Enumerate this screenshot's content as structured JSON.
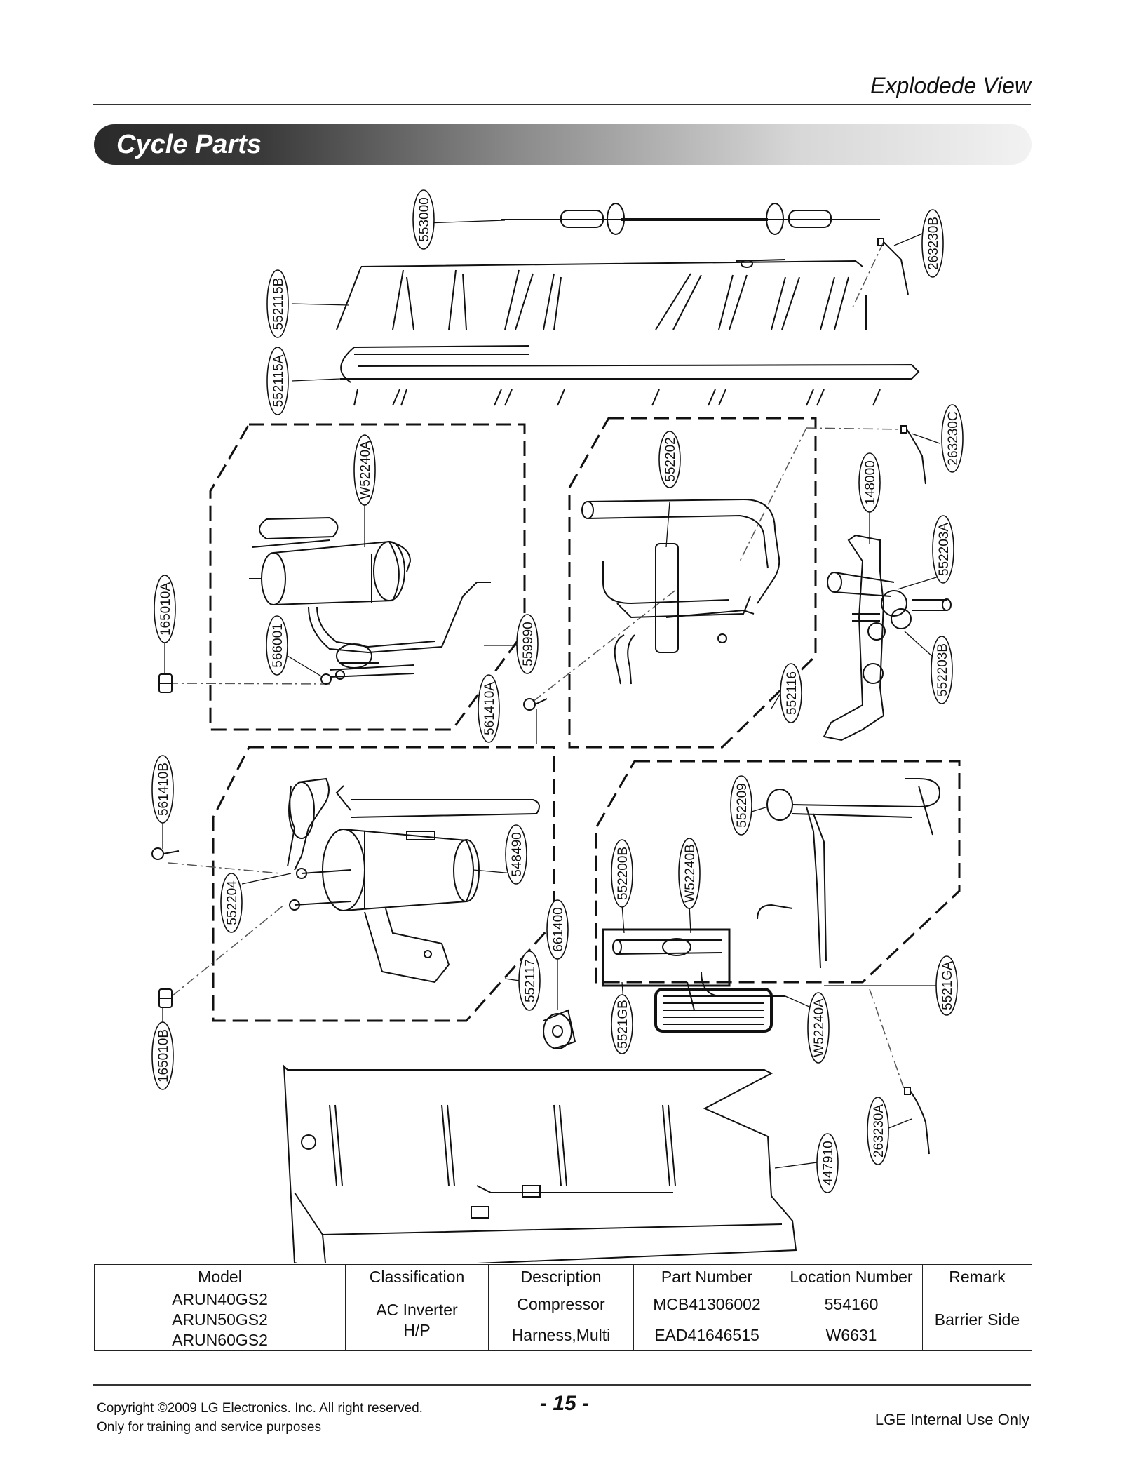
{
  "header": {
    "title": "Explodede View"
  },
  "section": {
    "title": "Cycle Parts"
  },
  "diagram": {
    "callouts": [
      {
        "id": "c1",
        "label": "553000"
      },
      {
        "id": "c2",
        "label": "263230B"
      },
      {
        "id": "c3",
        "label": "552115B"
      },
      {
        "id": "c4",
        "label": "552115A"
      },
      {
        "id": "c5",
        "label": "W52240A"
      },
      {
        "id": "c6",
        "label": "552202"
      },
      {
        "id": "c7",
        "label": "263230C"
      },
      {
        "id": "c8",
        "label": "148000"
      },
      {
        "id": "c9",
        "label": "552203A"
      },
      {
        "id": "c10",
        "label": "165010A"
      },
      {
        "id": "c11",
        "label": "566001"
      },
      {
        "id": "c12",
        "label": "559990"
      },
      {
        "id": "c13",
        "label": "561410A"
      },
      {
        "id": "c14",
        "label": "552116"
      },
      {
        "id": "c15",
        "label": "552203B"
      },
      {
        "id": "c16",
        "label": "561410B"
      },
      {
        "id": "c17",
        "label": "552204"
      },
      {
        "id": "c18",
        "label": "548490"
      },
      {
        "id": "c19",
        "label": "552209"
      },
      {
        "id": "c20",
        "label": "552200B"
      },
      {
        "id": "c21",
        "label": "W52240B"
      },
      {
        "id": "c22",
        "label": "661400"
      },
      {
        "id": "c23",
        "label": "552117"
      },
      {
        "id": "c24",
        "label": "5521GA"
      },
      {
        "id": "c25",
        "label": "165010B"
      },
      {
        "id": "c26",
        "label": "5521GB"
      },
      {
        "id": "c27",
        "label": "W52240A"
      },
      {
        "id": "c28",
        "label": "263230A"
      },
      {
        "id": "c29",
        "label": "447910"
      }
    ]
  },
  "table": {
    "headers": [
      "Model",
      "Classification",
      "Description",
      "Part Number",
      "Location Number",
      "Remark"
    ],
    "models": [
      "ARUN40GS2",
      "ARUN50GS2",
      "ARUN60GS2"
    ],
    "classification": [
      "AC Inverter",
      "H/P"
    ],
    "rows": [
      {
        "description": "Compressor",
        "part_number": "MCB41306002",
        "location_number": "554160"
      },
      {
        "description": "Harness,Multi",
        "part_number": "EAD41646515",
        "location_number": "W6631"
      }
    ],
    "remark": "Barrier Side"
  },
  "footer": {
    "copyright_line1": "Copyright ©2009 LG Electronics. Inc. All right reserved.",
    "copyright_line2": "Only for training and service purposes",
    "page_number": "- 15 -",
    "internal": "LGE Internal Use Only"
  }
}
